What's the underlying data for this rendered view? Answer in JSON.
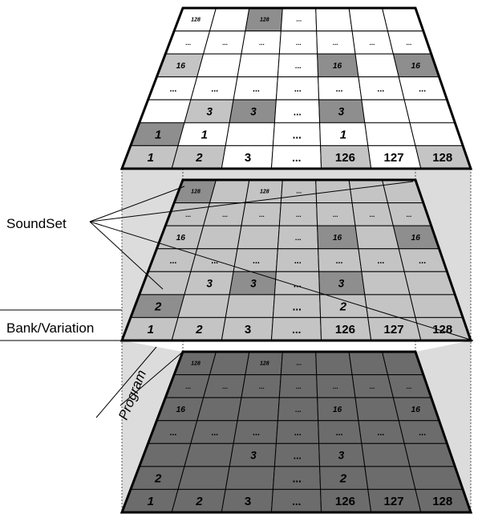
{
  "labels": {
    "soundset": "SoundSet",
    "bank_variation": "Bank/Variation",
    "program": "Program"
  },
  "colors": {
    "white": "#ffffff",
    "light": "#c4c4c4",
    "mid": "#8e8e8e",
    "dark": "#6c6c6c",
    "panel": "#dcdcdc",
    "line": "#000000"
  },
  "layers": [
    {
      "name": "top-layer",
      "base": "white",
      "rows": [
        [
          {
            "t": "128",
            "c": "white"
          },
          {
            "t": "",
            "c": "white"
          },
          {
            "t": "128",
            "c": "mid"
          },
          {
            "t": "...",
            "c": "white"
          },
          {
            "t": "",
            "c": "white"
          },
          {
            "t": "",
            "c": "white"
          },
          {
            "t": "",
            "c": "white"
          }
        ],
        [
          {
            "t": "...",
            "c": "white"
          },
          {
            "t": "...",
            "c": "white"
          },
          {
            "t": "...",
            "c": "white"
          },
          {
            "t": "...",
            "c": "white"
          },
          {
            "t": "...",
            "c": "white"
          },
          {
            "t": "...",
            "c": "white"
          },
          {
            "t": "...",
            "c": "white"
          }
        ],
        [
          {
            "t": "16",
            "c": "light"
          },
          {
            "t": "",
            "c": "white"
          },
          {
            "t": "",
            "c": "white"
          },
          {
            "t": "...",
            "c": "white"
          },
          {
            "t": "16",
            "c": "mid"
          },
          {
            "t": "",
            "c": "white"
          },
          {
            "t": "16",
            "c": "mid"
          }
        ],
        [
          {
            "t": "...",
            "c": "white"
          },
          {
            "t": "...",
            "c": "white"
          },
          {
            "t": "...",
            "c": "white"
          },
          {
            "t": "...",
            "c": "white"
          },
          {
            "t": "...",
            "c": "white"
          },
          {
            "t": "...",
            "c": "white"
          },
          {
            "t": "...",
            "c": "white"
          }
        ],
        [
          {
            "t": "",
            "c": "white"
          },
          {
            "t": "3",
            "c": "light"
          },
          {
            "t": "3",
            "c": "mid"
          },
          {
            "t": "...",
            "c": "white"
          },
          {
            "t": "3",
            "c": "mid"
          },
          {
            "t": "",
            "c": "white"
          },
          {
            "t": "",
            "c": "white"
          }
        ],
        [
          {
            "t": "1",
            "c": "mid"
          },
          {
            "t": "1",
            "c": "white"
          },
          {
            "t": "",
            "c": "white"
          },
          {
            "t": "...",
            "c": "white"
          },
          {
            "t": "1",
            "c": "white"
          },
          {
            "t": "",
            "c": "white"
          },
          {
            "t": "",
            "c": "white"
          }
        ],
        [
          {
            "t": "1",
            "c": "light"
          },
          {
            "t": "2",
            "c": "light"
          },
          {
            "t": "3",
            "c": "white"
          },
          {
            "t": "...",
            "c": "white"
          },
          {
            "t": "126",
            "c": "light"
          },
          {
            "t": "127",
            "c": "white"
          },
          {
            "t": "128",
            "c": "light"
          }
        ]
      ]
    },
    {
      "name": "middle-layer",
      "base": "light",
      "rows": [
        [
          {
            "t": "128",
            "c": "mid"
          },
          {
            "t": "",
            "c": "light"
          },
          {
            "t": "128",
            "c": "light"
          },
          {
            "t": "...",
            "c": "light"
          },
          {
            "t": "",
            "c": "light"
          },
          {
            "t": "",
            "c": "light"
          },
          {
            "t": "",
            "c": "light"
          }
        ],
        [
          {
            "t": "...",
            "c": "light"
          },
          {
            "t": "...",
            "c": "light"
          },
          {
            "t": "...",
            "c": "light"
          },
          {
            "t": "...",
            "c": "light"
          },
          {
            "t": "...",
            "c": "light"
          },
          {
            "t": "...",
            "c": "light"
          },
          {
            "t": "...",
            "c": "light"
          }
        ],
        [
          {
            "t": "16",
            "c": "light"
          },
          {
            "t": "",
            "c": "light"
          },
          {
            "t": "",
            "c": "light"
          },
          {
            "t": "...",
            "c": "light"
          },
          {
            "t": "16",
            "c": "mid"
          },
          {
            "t": "",
            "c": "light"
          },
          {
            "t": "16",
            "c": "mid"
          }
        ],
        [
          {
            "t": "...",
            "c": "light"
          },
          {
            "t": "...",
            "c": "light"
          },
          {
            "t": "...",
            "c": "light"
          },
          {
            "t": "...",
            "c": "light"
          },
          {
            "t": "...",
            "c": "light"
          },
          {
            "t": "...",
            "c": "light"
          },
          {
            "t": "...",
            "c": "light"
          }
        ],
        [
          {
            "t": "",
            "c": "light"
          },
          {
            "t": "3",
            "c": "light"
          },
          {
            "t": "3",
            "c": "mid"
          },
          {
            "t": "...",
            "c": "light"
          },
          {
            "t": "3",
            "c": "mid"
          },
          {
            "t": "",
            "c": "light"
          },
          {
            "t": "",
            "c": "light"
          }
        ],
        [
          {
            "t": "2",
            "c": "mid"
          },
          {
            "t": "",
            "c": "light"
          },
          {
            "t": "",
            "c": "light"
          },
          {
            "t": "...",
            "c": "light"
          },
          {
            "t": "2",
            "c": "light"
          },
          {
            "t": "",
            "c": "light"
          },
          {
            "t": "",
            "c": "light"
          }
        ],
        [
          {
            "t": "1",
            "c": "light"
          },
          {
            "t": "2",
            "c": "light"
          },
          {
            "t": "3",
            "c": "light"
          },
          {
            "t": "...",
            "c": "light"
          },
          {
            "t": "126",
            "c": "light"
          },
          {
            "t": "127",
            "c": "light"
          },
          {
            "t": "128",
            "c": "light"
          }
        ]
      ]
    },
    {
      "name": "bottom-layer",
      "base": "dark",
      "rows": [
        [
          {
            "t": "128",
            "c": "dark"
          },
          {
            "t": "",
            "c": "dark"
          },
          {
            "t": "128",
            "c": "dark"
          },
          {
            "t": "...",
            "c": "dark"
          },
          {
            "t": "",
            "c": "dark"
          },
          {
            "t": "",
            "c": "dark"
          },
          {
            "t": "",
            "c": "dark"
          }
        ],
        [
          {
            "t": "...",
            "c": "dark"
          },
          {
            "t": "...",
            "c": "dark"
          },
          {
            "t": "...",
            "c": "dark"
          },
          {
            "t": "...",
            "c": "dark"
          },
          {
            "t": "...",
            "c": "dark"
          },
          {
            "t": "...",
            "c": "dark"
          },
          {
            "t": "...",
            "c": "dark"
          }
        ],
        [
          {
            "t": "16",
            "c": "dark"
          },
          {
            "t": "",
            "c": "dark"
          },
          {
            "t": "",
            "c": "dark"
          },
          {
            "t": "...",
            "c": "dark"
          },
          {
            "t": "16",
            "c": "dark"
          },
          {
            "t": "",
            "c": "dark"
          },
          {
            "t": "16",
            "c": "dark"
          }
        ],
        [
          {
            "t": "...",
            "c": "dark"
          },
          {
            "t": "...",
            "c": "dark"
          },
          {
            "t": "...",
            "c": "dark"
          },
          {
            "t": "...",
            "c": "dark"
          },
          {
            "t": "...",
            "c": "dark"
          },
          {
            "t": "...",
            "c": "dark"
          },
          {
            "t": "...",
            "c": "dark"
          }
        ],
        [
          {
            "t": "",
            "c": "dark"
          },
          {
            "t": "",
            "c": "dark"
          },
          {
            "t": "3",
            "c": "dark"
          },
          {
            "t": "...",
            "c": "dark"
          },
          {
            "t": "3",
            "c": "dark"
          },
          {
            "t": "",
            "c": "dark"
          },
          {
            "t": "",
            "c": "dark"
          }
        ],
        [
          {
            "t": "2",
            "c": "dark"
          },
          {
            "t": "",
            "c": "dark"
          },
          {
            "t": "",
            "c": "dark"
          },
          {
            "t": "...",
            "c": "dark"
          },
          {
            "t": "2",
            "c": "dark"
          },
          {
            "t": "",
            "c": "dark"
          },
          {
            "t": "",
            "c": "dark"
          }
        ],
        [
          {
            "t": "1",
            "c": "dark"
          },
          {
            "t": "2",
            "c": "dark"
          },
          {
            "t": "3",
            "c": "dark"
          },
          {
            "t": "...",
            "c": "dark"
          },
          {
            "t": "126",
            "c": "dark"
          },
          {
            "t": "127",
            "c": "dark"
          },
          {
            "t": "128",
            "c": "dark"
          }
        ]
      ]
    }
  ]
}
